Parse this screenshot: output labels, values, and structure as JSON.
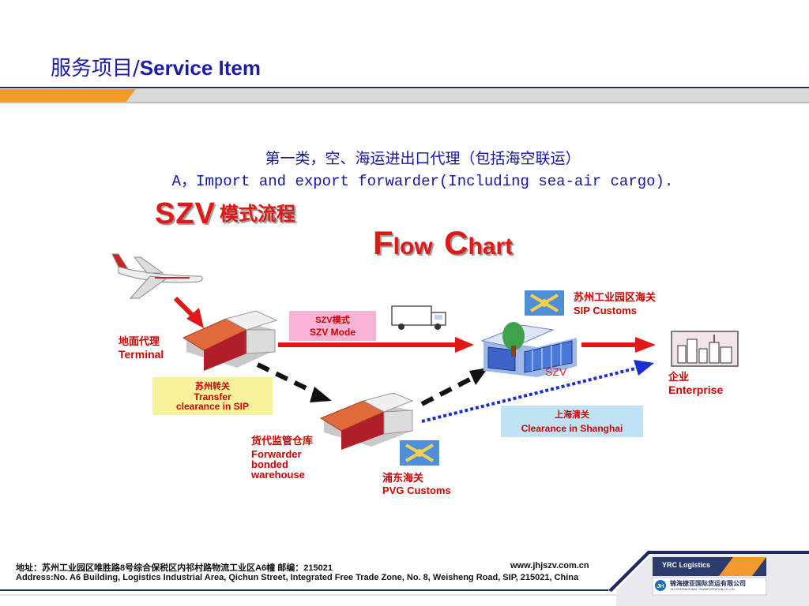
{
  "header": {
    "title_cn": "服务项目/",
    "title_en": "Service Item"
  },
  "subtitle": {
    "cn": "第一类，空、海运进出口代理（包括海空联运）",
    "en": "A，Import and export forwarder(Including sea-air cargo)."
  },
  "diagram": {
    "szv_title": "SZV",
    "szv_title_cn": "模式流程",
    "flow_f": "F",
    "flow_low": "low",
    "chart_c": "C",
    "chart_hart": "hart",
    "terminal_cn": "地面代理",
    "terminal_en": "Terminal",
    "szv_mode_cn": "SZV模式",
    "szv_mode_en": "SZV Mode",
    "transfer_cn": "苏州转关",
    "transfer_en_1": "Transfer",
    "transfer_en_2": "clearance in SIP",
    "warehouse_cn": "货代监管仓库",
    "warehouse_en_1": "Forwarder",
    "warehouse_en_2": "bonded",
    "warehouse_en_3": "warehouse",
    "pvg_cn": "浦东海关",
    "pvg_en": "PVG Customs",
    "sip_cn": "苏州工业园区海关",
    "sip_en": "SIP Customs",
    "szv_hub": "SZV",
    "shanghai_cn": "上海清关",
    "shanghai_en": "Clearance in Shanghai",
    "enterprise_cn": "企业",
    "enterprise_en": "Enterprise"
  },
  "footer": {
    "address_cn": "地址：苏州工业园区唯胜路8号综合保税区内祁村路物流工业区A6幢  邮编：215021",
    "website": "www.jhjszv.com.cn",
    "address_en": "Address:No. A6 Building, Logistics Industrial Area, Qichun Street, Integrated Free Trade Zone, No. 8, Weisheng Road, SIP, 215021, China",
    "logo_text": "YRC Logistics",
    "company_cn": "锦海捷亚国际货运有限公司",
    "company_en": "JHJ INTERNATIONAL TRANSPORTATION CO.,LTD."
  },
  "colors": {
    "title_blue": "#1b1ba8",
    "flow_red": "#e01818",
    "orange_bar": "#f29a2e",
    "pink_box": "#f6b3d6",
    "yellow_box": "#f7f29b",
    "blue_box": "#bfe3f5"
  }
}
